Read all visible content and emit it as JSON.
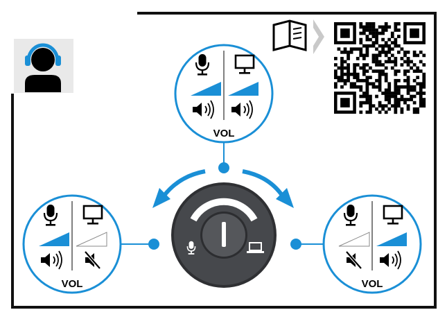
{
  "colors": {
    "accent": "#1a8fd6",
    "knob_dark": "#46484c",
    "knob_outer": "#2f3033",
    "knob_inner": "#55575b",
    "ink": "#000000",
    "frame": "#111111"
  },
  "diagrams": {
    "top": {
      "label": "VOL",
      "mic_level": "full",
      "pc_level": "full",
      "mic_speaker": "on",
      "pc_speaker": "on"
    },
    "left": {
      "label": "VOL",
      "mic_level": "full",
      "pc_level": "empty",
      "mic_speaker": "on",
      "pc_speaker": "muted"
    },
    "right": {
      "label": "VOL",
      "mic_level": "empty",
      "pc_level": "full",
      "mic_speaker": "muted",
      "pc_speaker": "on"
    }
  },
  "icons": {
    "headset_user": "headset-user-icon",
    "manual": "manual-book-icon",
    "qr": "qr-code-icon",
    "microphone": "microphone-icon",
    "monitor": "monitor-icon",
    "speaker": "speaker-icon",
    "speaker_muted": "speaker-muted-icon",
    "laptop": "laptop-icon"
  }
}
